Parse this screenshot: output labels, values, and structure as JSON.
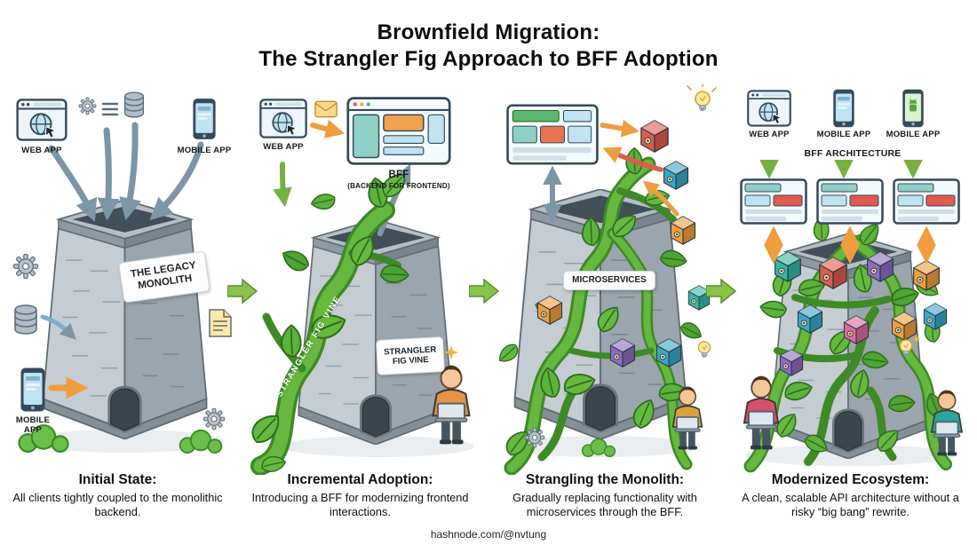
{
  "title": {
    "line1": "Brownfield Migration:",
    "line2": "The Strangler Fig Approach to BFF Adoption"
  },
  "footer": "hashnode.com/@nvtung",
  "palette": {
    "vine_green": "#66b83f",
    "vine_dark": "#3e8a27",
    "tower_gray": "#c5ccd2",
    "arrow_blue": "#7d96a6",
    "arrow_orange": "#f09d3f",
    "arrow_green": "#76b043",
    "cube_red": "#e05a4e",
    "cube_blue": "#3aa7c6",
    "cube_orange": "#f09d3f",
    "cube_purple": "#8e6bbf",
    "cube_teal": "#35b8a4",
    "cube_pink": "#e06a9e"
  },
  "panels": {
    "p1": {
      "web_app": "WEB APP",
      "mobile_app_top": "MOBILE APP",
      "mobile_app_left": "MOBILE APP",
      "monolith_sign": "THE LEGACY MONOLITH",
      "caption_title": "Initial State:",
      "caption_text": "All clients tightly coupled to the monolithic backend."
    },
    "p2": {
      "web_app": "WEB APP",
      "bff_title": "BFF",
      "bff_subtitle": "(BACKEND FOR FRONTEND)",
      "vine_label": "STRANGLER FIG VINE",
      "vine_sign": "STRANGLER FIG VINE",
      "caption_title": "Incremental Adoption:",
      "caption_text": "Introducing a BFF for modernizing frontend interactions."
    },
    "p3": {
      "microservices": "MICROSERVICES",
      "caption_title": "Strangling the Monolith:",
      "caption_text": "Gradually replacing functionality with microservices through the BFF."
    },
    "p4": {
      "web_app": "WEB APP",
      "mobile_app_1": "MOBILE APP",
      "mobile_app_2": "MOBILE APP",
      "bff_architecture": "BFF ARCHITECTURE",
      "caption_title": "Modernized Ecosystem:",
      "caption_text": "A clean, scalable API architecture without a risky “big bang” rewrite."
    }
  }
}
